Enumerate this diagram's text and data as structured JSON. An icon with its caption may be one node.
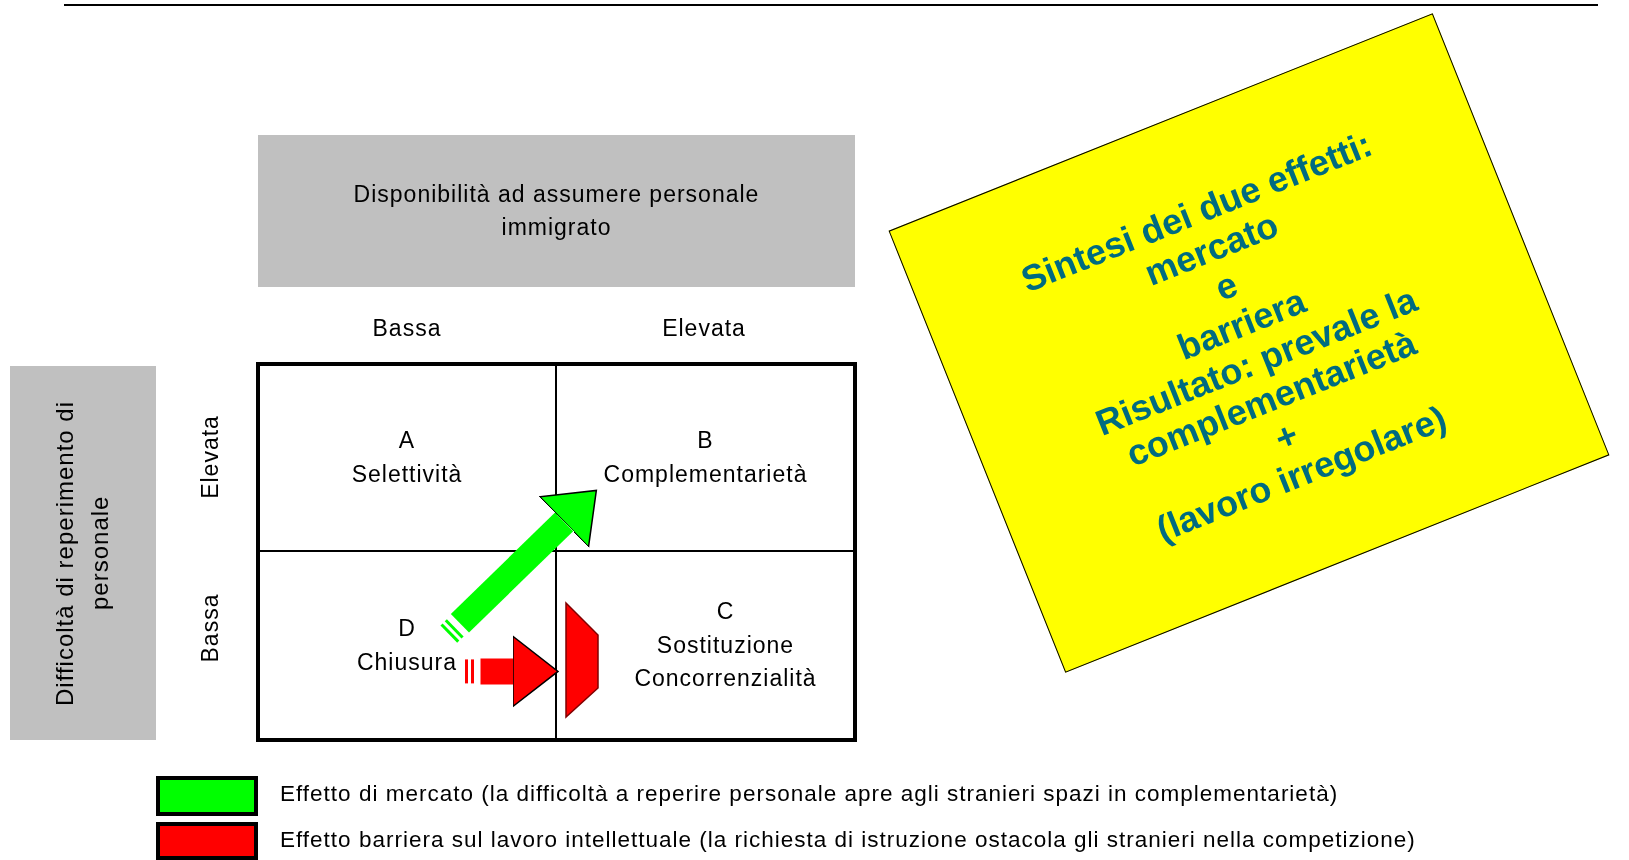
{
  "diagram": {
    "nodes": [
      {
        "text": [
          "Disponibilità ad assumere personale immigrato"
        ]
      },
      {
        "text": [
          "Difficoltà di reperimento di personale"
        ]
      },
      {
        "text": [
          "A",
          "Selettività"
        ]
      },
      {
        "text": [
          "B",
          "Complementarietà"
        ]
      },
      {
        "text": [
          "D",
          "Chiusura"
        ]
      },
      {
        "text": [
          "C",
          "Sostituzione",
          "Concorrenzialità"
        ]
      },
      {
        "text": [
          "Sintesi dei due effetti:",
          "mercato",
          "e",
          "barriera",
          "Risultato: prevale la complementarietà",
          "+",
          "(lavoro irregolare)"
        ]
      }
    ],
    "edges": [
      {
        "from": 4,
        "to": 3,
        "arrow": "to",
        "color": "#00ff00"
      },
      {
        "from": 4,
        "to": 5,
        "arrow": "to",
        "color": "#ff0000"
      }
    ],
    "labels": [
      "Bassa",
      "Elevata",
      "Elevata",
      "Bassa"
    ],
    "legend": [
      {
        "text": "Effetto di mercato (la difficoltà a reperire personale apre agli stranieri spazi in complementarietà)",
        "color": "#00ff00"
      },
      {
        "text": "Effetto barriera sul lavoro intellettuale (la richiesta di istruzione ostacola gli stranieri nella competizione)",
        "color": "#ff0000"
      }
    ]
  }
}
